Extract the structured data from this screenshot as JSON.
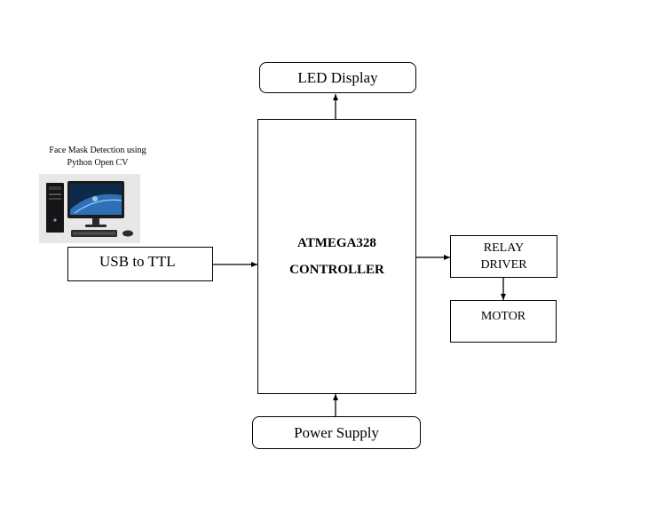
{
  "nodes": {
    "led_display": "LED Display",
    "controller_line1": "ATMEGA328",
    "controller_line2": "CONTROLLER",
    "usb_to_ttl": "USB to TTL",
    "relay_line1": "RELAY",
    "relay_line2": "DRIVER",
    "motor": "MOTOR",
    "power_supply": "Power Supply"
  },
  "pc_caption": {
    "line1": "Face Mask Detection using",
    "line2": "Python Open CV"
  },
  "images": {
    "pc": "desktop-computer-icon"
  },
  "edges": [
    {
      "from": "controller",
      "to": "led_display"
    },
    {
      "from": "usb_to_ttl",
      "to": "controller"
    },
    {
      "from": "controller",
      "to": "relay_driver"
    },
    {
      "from": "relay_driver",
      "to": "motor"
    },
    {
      "from": "power_supply",
      "to": "controller"
    }
  ]
}
